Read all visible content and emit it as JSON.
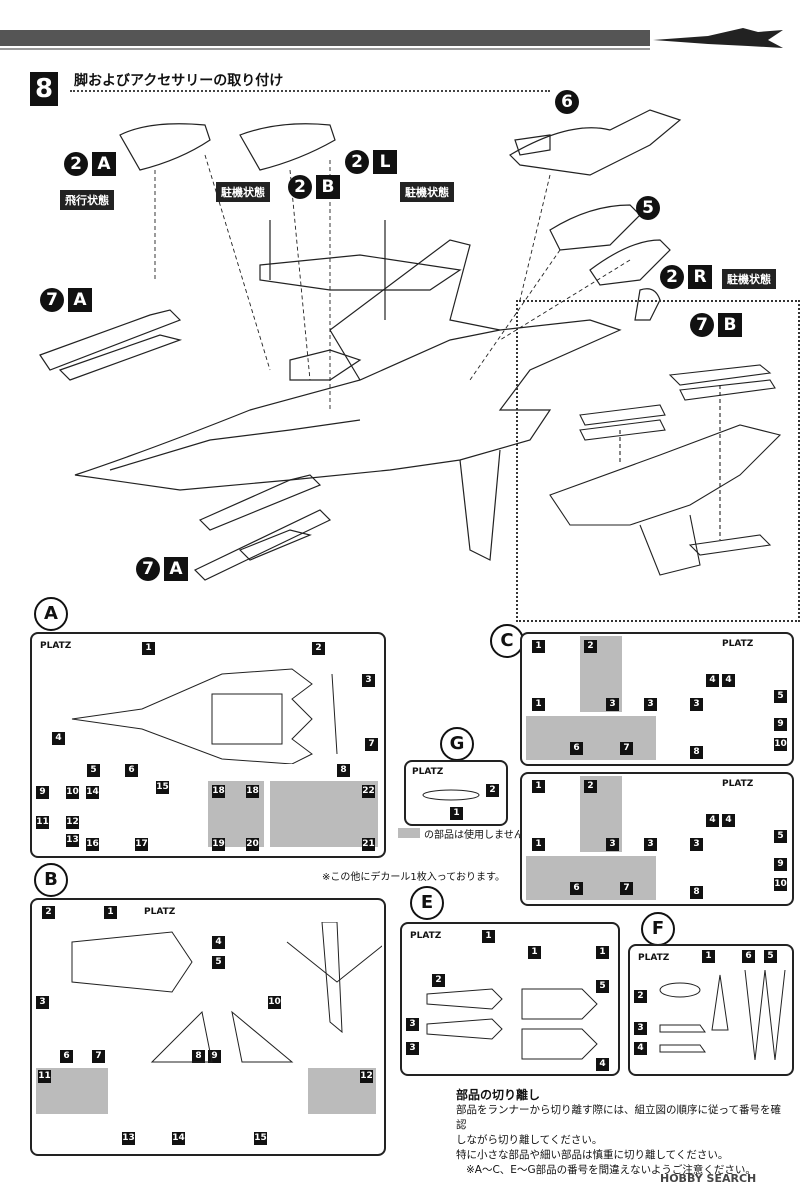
{
  "step": {
    "number": "8",
    "title": "脚およびアクセサリーの取り付け"
  },
  "callouts": [
    {
      "num": "2",
      "letter": "A",
      "label": "飛行状態"
    },
    {
      "num": "2",
      "letter": "B",
      "label": "駐機状態"
    },
    {
      "num": "2",
      "letter": "L",
      "label": "駐機状態"
    },
    {
      "num": "6"
    },
    {
      "num": "5"
    },
    {
      "num": "2",
      "letter": "R",
      "label": "駐機状態"
    },
    {
      "num": "7",
      "letter": "A"
    },
    {
      "num": "7",
      "letter": "B"
    },
    {
      "num": "7",
      "letter": "A"
    }
  ],
  "runners": {
    "A": {
      "letter": "A",
      "maker": "PLATZ",
      "parts": [
        "1",
        "2",
        "3",
        "4",
        "5",
        "6",
        "7",
        "8",
        "9",
        "10",
        "11",
        "12",
        "13",
        "14",
        "15",
        "16",
        "17",
        "18",
        "18",
        "19",
        "20",
        "21",
        "22"
      ]
    },
    "B": {
      "letter": "B",
      "maker": "PLATZ",
      "parts": [
        "1",
        "2",
        "3",
        "4",
        "5",
        "6",
        "7",
        "8",
        "9",
        "10",
        "11",
        "12",
        "13",
        "14",
        "15"
      ]
    },
    "C": {
      "letter": "C",
      "maker": "PLATZ",
      "parts": [
        "1",
        "1",
        "2",
        "3",
        "3",
        "3",
        "4",
        "4",
        "5",
        "6",
        "7",
        "8",
        "9",
        "10"
      ]
    },
    "E": {
      "letter": "E",
      "maker": "PLATZ",
      "parts": [
        "1",
        "1",
        "1",
        "2",
        "3",
        "3",
        "4",
        "5"
      ]
    },
    "F": {
      "letter": "F",
      "maker": "PLATZ",
      "parts": [
        "1",
        "2",
        "3",
        "4",
        "5",
        "6"
      ]
    },
    "G": {
      "letter": "G",
      "maker": "PLATZ",
      "parts": [
        "1",
        "2"
      ]
    }
  },
  "notes": {
    "unused": "の部品は使用しません。",
    "decal": "※この他にデカール1枚入っております。"
  },
  "separation": {
    "title": "部品の切り離し",
    "lines": [
      "部品をランナーから切り離す際には、組立図の順序に従って番号を確認",
      "しながら切り離してください。",
      "特に小さな部品や細い部品は慎重に切り離してください。",
      "※A～C、E～G部品の番号を間違えないようご注意ください。"
    ]
  },
  "watermark": "HOBBY SEARCH",
  "colors": {
    "ink": "#111111",
    "unused_fill": "#bbbbbb",
    "bar": "#555555"
  }
}
